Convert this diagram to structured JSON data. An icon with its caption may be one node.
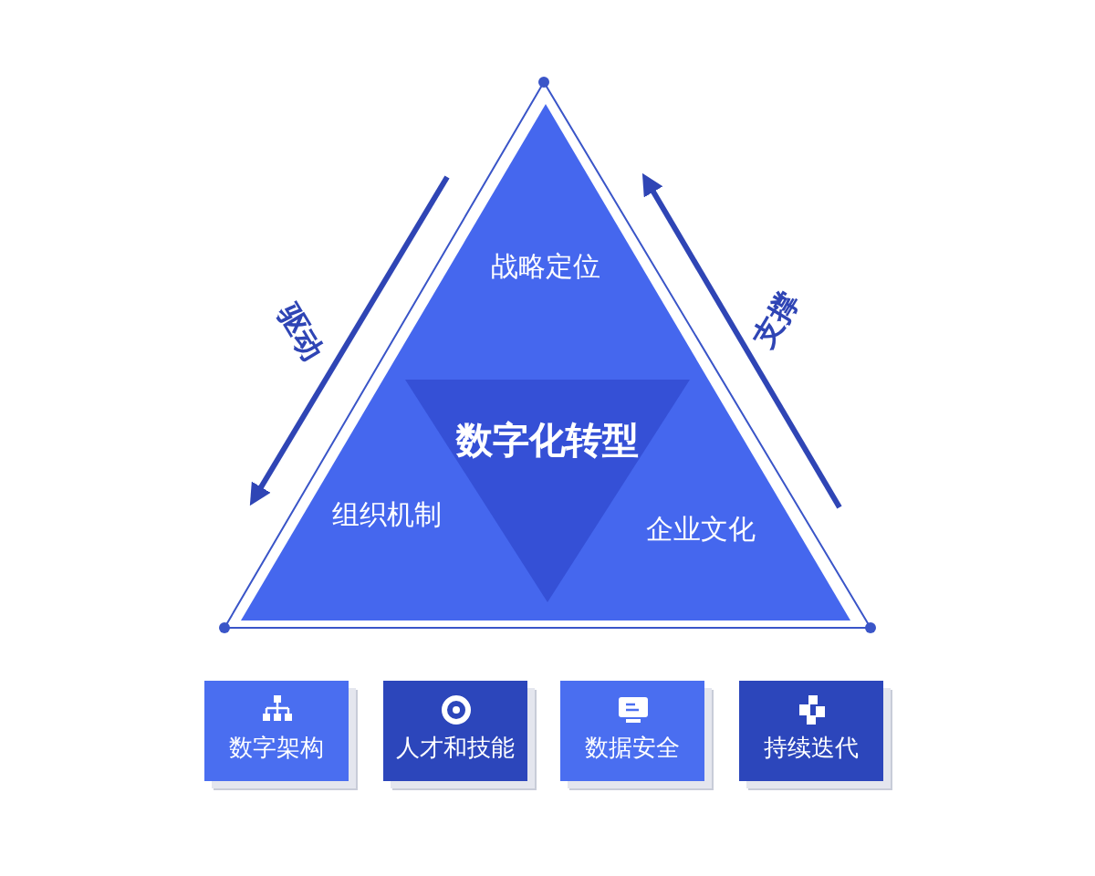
{
  "diagram": {
    "nodes": [
      {
        "text": [
          "战略定位",
          "组织机制",
          "企业文化"
        ]
      },
      {
        "text": [
          "数字化转型"
        ],
        "in": 0
      },
      {
        "text": [
          "数字架构"
        ]
      },
      {
        "text": [
          "人才和技能"
        ]
      },
      {
        "text": [
          "数据安全"
        ]
      },
      {
        "text": [
          "持续迭代"
        ]
      }
    ],
    "edges": [],
    "labels": [
      "驱动",
      "支撑"
    ]
  }
}
